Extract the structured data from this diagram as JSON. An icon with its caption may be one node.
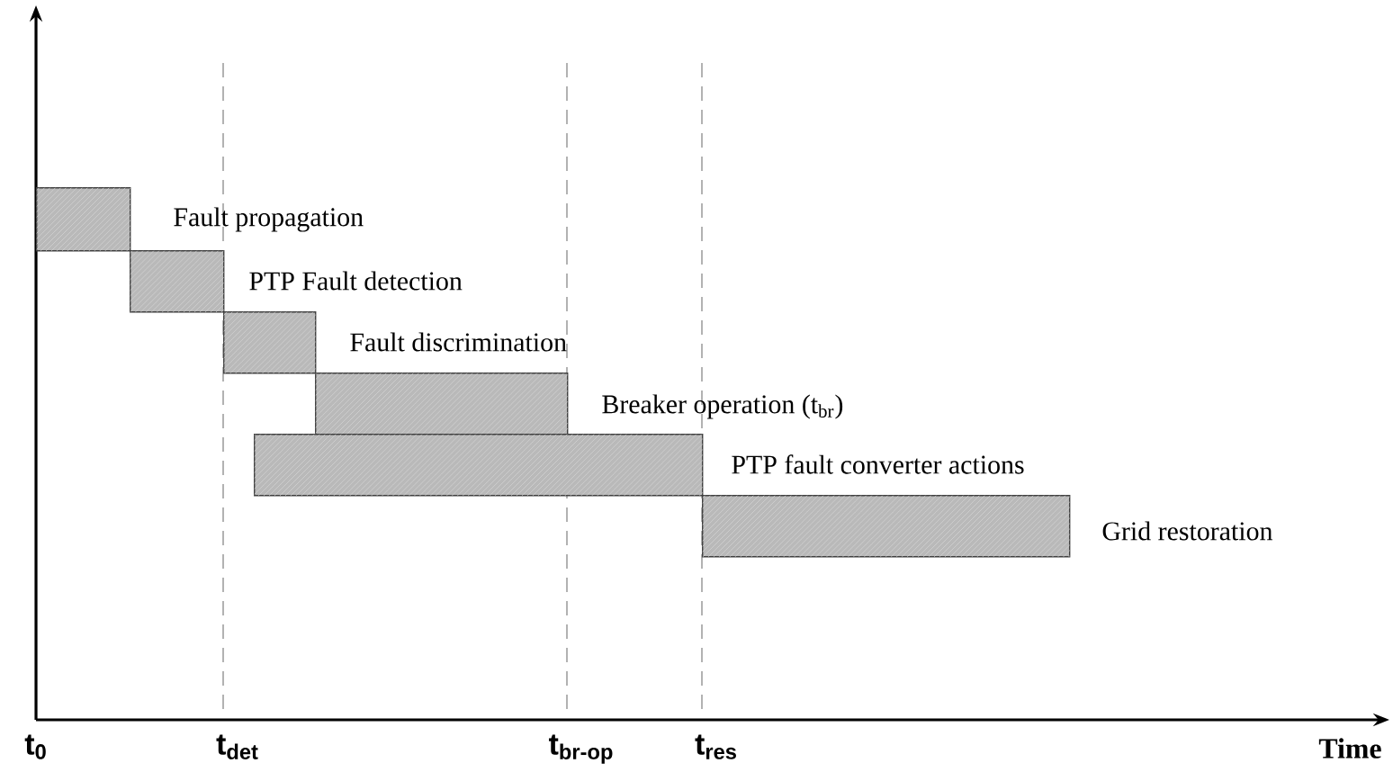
{
  "diagram": {
    "nodes": [
      {
        "text": [],
        "shape": "bar"
      },
      {
        "text": [],
        "shape": "bar"
      },
      {
        "text": [],
        "shape": "bar"
      },
      {
        "text": [],
        "shape": "bar"
      },
      {
        "text": [],
        "shape": "bar"
      },
      {
        "text": [],
        "shape": "bar"
      }
    ],
    "labels": [
      "Fault propagation",
      "PTP Fault detection",
      "Fault discrimination",
      "Breaker operation (t$_{br}$)",
      "PTP fault converter actions",
      "Grid restoration",
      "t$_{0}$",
      "t$_{det}$",
      "t$_{br-op}$",
      "t$_{res}$",
      "Time"
    ]
  }
}
